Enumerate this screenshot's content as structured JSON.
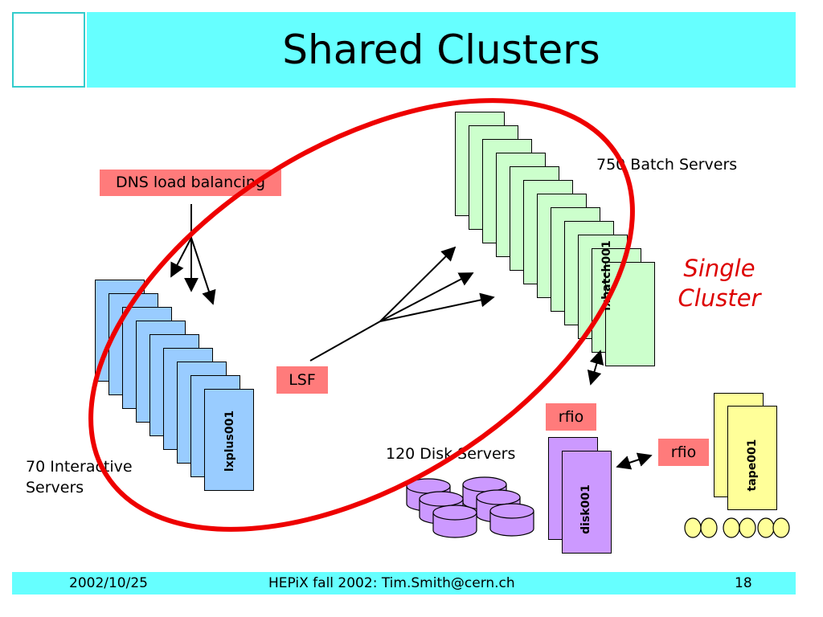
{
  "slide": {
    "title": "Shared Clusters",
    "footer": {
      "date": "2002/10/25",
      "center": "HEPiX fall 2002: Tim.Smith@cern.ch",
      "page": "18"
    }
  },
  "labels": {
    "dns": "DNS load balancing",
    "lsf": "LSF",
    "rfio_batch": "rfio",
    "rfio_tape": "rfio",
    "batch_servers": "750 Batch Servers",
    "disk_servers": "120 Disk Servers",
    "interactive_line1": "70 Interactive",
    "interactive_line2": "Servers",
    "single_line1": "Single",
    "single_line2": "Cluster"
  },
  "machines": {
    "interactive": "lxplus001",
    "batch": "lxbatch001",
    "disk": "disk001",
    "tape": "tape001"
  },
  "colors": {
    "title_bar": "#66ffff",
    "interactive": "#99ccff",
    "batch": "#ccffcc",
    "disk": "#cc99ff",
    "tape": "#ffff99",
    "tag": "#ff7b7b",
    "ellipse": "#ee0000"
  }
}
